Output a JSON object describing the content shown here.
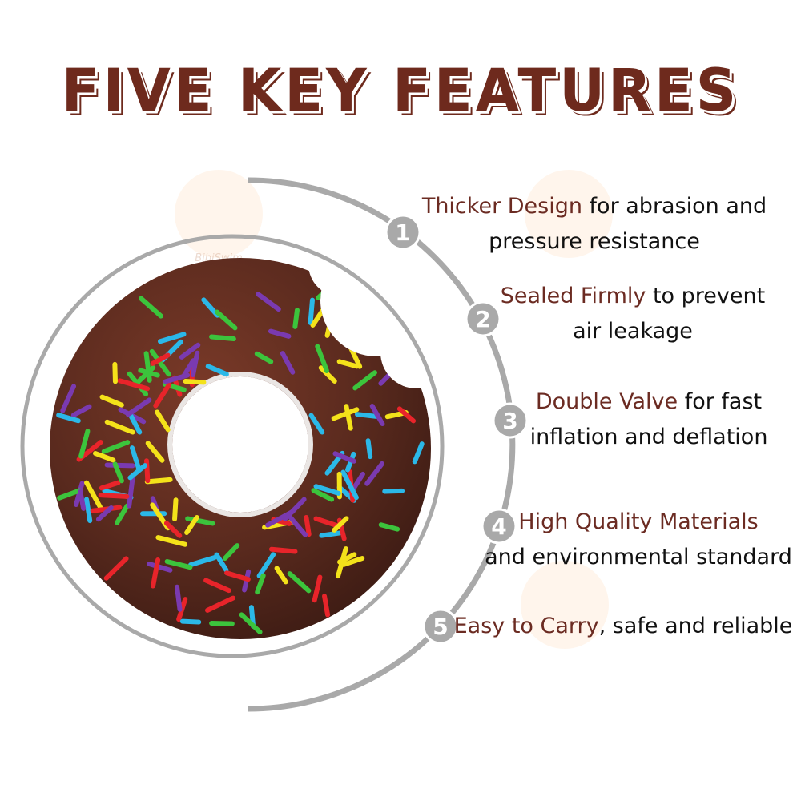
{
  "title": "FIVE KEY FEATURES",
  "watermark": "BibiSwim",
  "colors": {
    "title": "#6e2a1d",
    "highlight": "#6b2b22",
    "donut": "#5a2a1e",
    "arc": "#a9a9a9"
  },
  "sprinkle_colors": [
    "#f4e21a",
    "#2bb8e8",
    "#3cc43c",
    "#e8242a",
    "#7a3ab0"
  ],
  "features": [
    {
      "number": "1",
      "highlight": "Thicker Design",
      "rest": " for abrasion and",
      "line2": "pressure resistance"
    },
    {
      "number": "2",
      "highlight": "Sealed Firmly",
      "rest": " to prevent",
      "line2": "air leakage"
    },
    {
      "number": "3",
      "highlight": "Double Valve",
      "rest": " for fast",
      "line2": "inflation and deflation"
    },
    {
      "number": "4",
      "highlight": "High Quality Materials",
      "rest": "",
      "line2": "and environmental standard"
    },
    {
      "number": "5",
      "highlight": "Easy to Carry",
      "rest": ", safe and reliable",
      "line2": ""
    }
  ]
}
